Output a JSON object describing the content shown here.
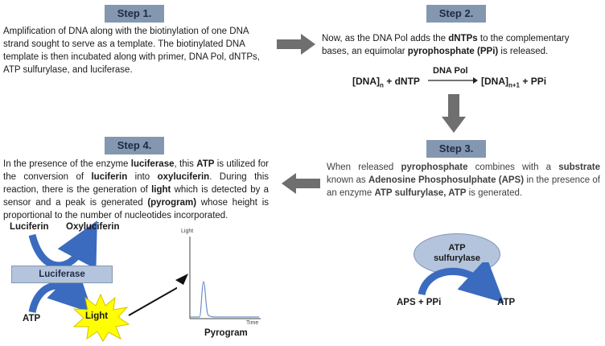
{
  "steps": {
    "s1": {
      "label": "Step 1.",
      "text": "Amplification of DNA along with the biotinylation of one DNA strand sought to serve as a template. The biotinylated DNA template is then incubated along with primer, DNA Pol, dNTPs, ATP sulfurylase, and luciferase."
    },
    "s2": {
      "label": "Step 2.",
      "t1": "Now, as the DNA Pol adds the ",
      "b1": "dNTPs",
      "t2": " to the complementary bases, an equimolar ",
      "b2": "pyrophosphate (PPi)",
      "t3": " is released."
    },
    "s3": {
      "label": "Step 3.",
      "t1": "When released ",
      "b1": "pyrophosphate",
      "t2": " combines with a ",
      "b2": "substrate",
      "t3": " known as ",
      "b3": "Adenosine Phosphosulphate (APS)",
      "t4": " in the presence of an enzyme ",
      "b4": "ATP sulfurylase, ATP",
      "t5": " is generated."
    },
    "s4": {
      "label": "Step 4.",
      "t1": "In the presence of the enzyme ",
      "b1": "luciferase",
      "t2": ", this ",
      "b2": "ATP",
      "t3": " is utilized for the conversion of ",
      "b3": "luciferin",
      "t4": " into ",
      "b4": "oxyluciferin",
      "t5": ". During this reaction, there is the generation of ",
      "b5": "light",
      "t6": " which is detected by a sensor and a peak is generated ",
      "b6": "(pyrogram)",
      "t7": " whose height is proportional to the number of nucleotides incorporated."
    }
  },
  "equation": {
    "left_base": "[DNA]",
    "left_sub": "n",
    "left_rest": " + dNTP",
    "arrow_label": "DNA Pol",
    "right_base": "[DNA]",
    "right_sub": "n+1",
    "right_rest": " + PPi"
  },
  "sulfurylase": {
    "enzyme_line1": "ATP",
    "enzyme_line2": "sulfurylase",
    "substrate": "APS + PPi",
    "product": "ATP"
  },
  "luciferase": {
    "luciferin": "Luciferin",
    "oxyluciferin": "Oxyluciferin",
    "enzyme": "Luciferase",
    "atp": "ATP",
    "light": "Light"
  },
  "pyrogram": {
    "y_label": "Light",
    "x_label": "Time",
    "caption": "Pyrogram"
  },
  "colors": {
    "step_fill": "#8497b0",
    "arrow_gray": "#6f6f6f",
    "blue_arrow": "#3a6bbf",
    "ellipse_fill": "#b4c4dc",
    "light_fill": "#ffff00"
  }
}
